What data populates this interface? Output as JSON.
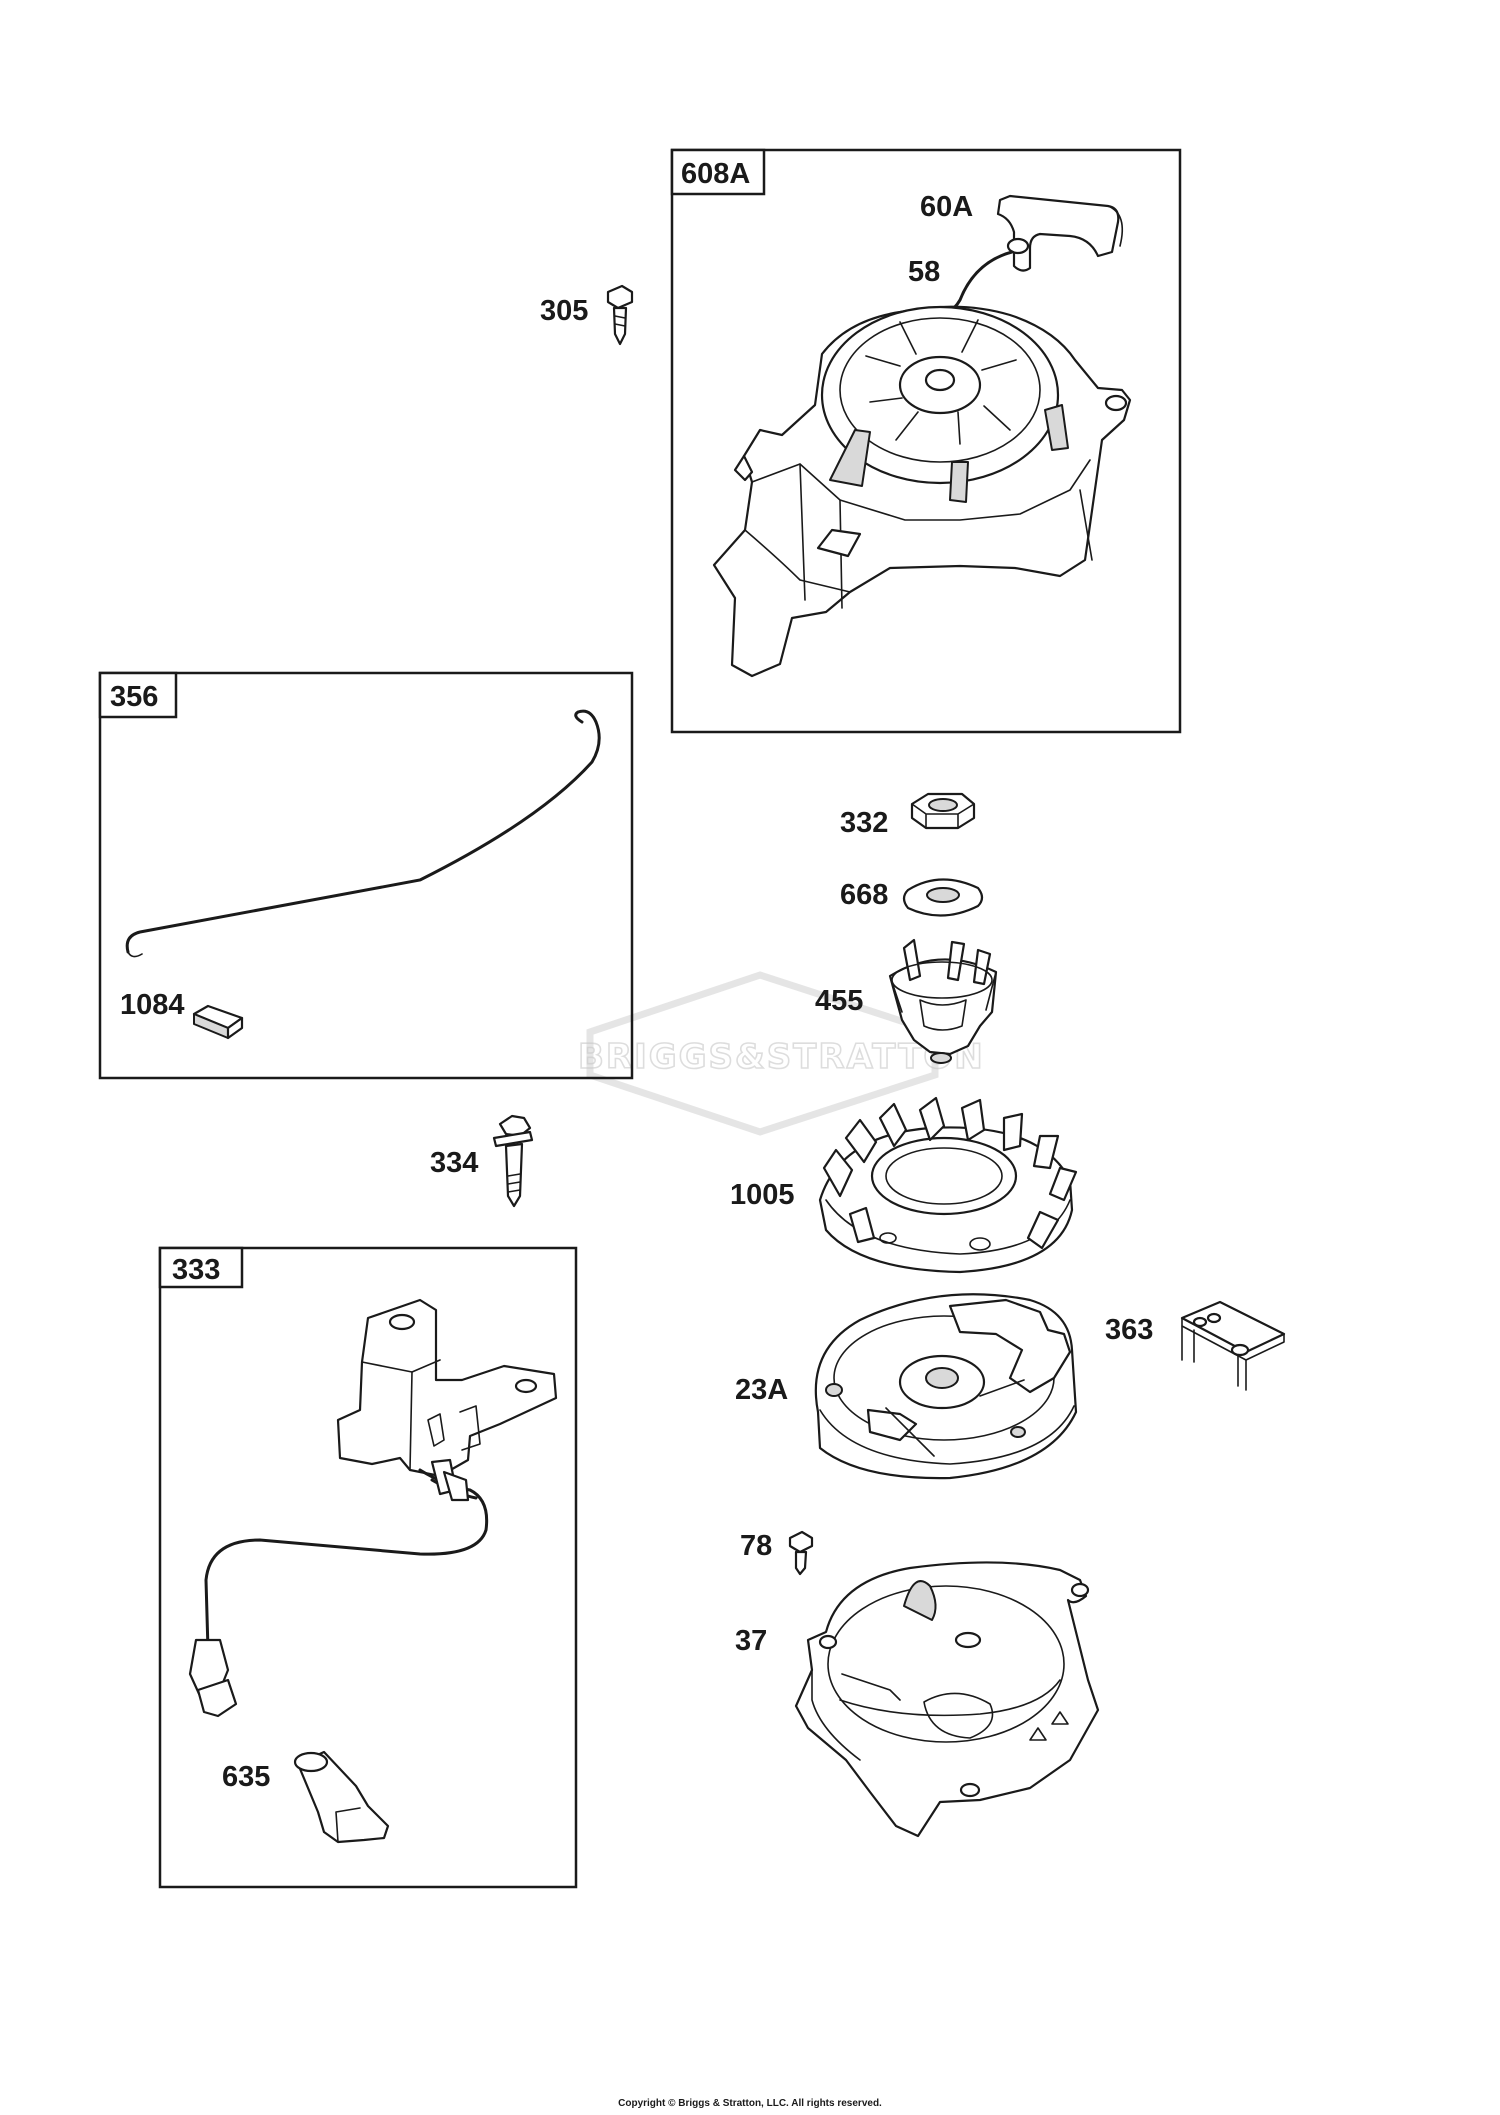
{
  "boxes": {
    "starter": "608A",
    "stop_wire": "356",
    "armature": "333"
  },
  "labels": {
    "handle": "60A",
    "rope": "58",
    "screw_305": "305",
    "nut": "332",
    "washer": "668",
    "cup": "455",
    "wire_clip": "1084",
    "bolt_334": "334",
    "flywheel": "1005",
    "alternator": "23A",
    "bracket": "363",
    "screw_78": "78",
    "housing": "37",
    "spark_boot": "635"
  },
  "watermark": "BRIGGS&STRATTON",
  "footer": {
    "copyright": "Copyright © Briggs & Stratton, LLC. All rights reserved."
  }
}
